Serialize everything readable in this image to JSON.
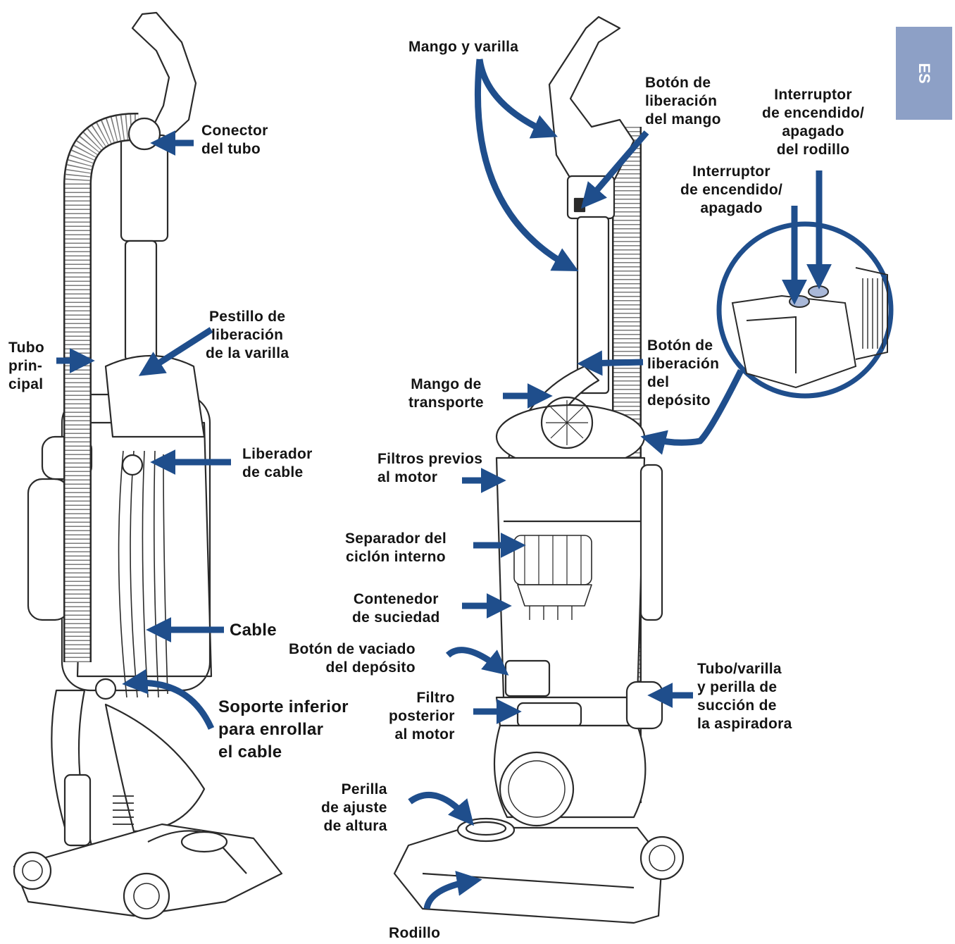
{
  "language_tab": "ES",
  "colors": {
    "arrow": "#1f4e8c",
    "outline": "#2a2a2a",
    "tab": "#8da0c6"
  },
  "labels": {
    "tube_connector": "Conector\ndel tubo",
    "main_tube": "Tubo\nprin-\ncipal",
    "wand_release_latch": "Pestillo de\nliberación\nde la varilla",
    "cord_release": "Liberador\nde cable",
    "cord": "Cable",
    "lower_cord_wrap": "Soporte inferior\npara enrollar\nel cable",
    "handle_and_wand": "Mango y varilla",
    "handle_release_button": "Botón de\nliberación\ndel mango",
    "brushroll_switch": "Interruptor\nde encendido/\napagado\ndel rodillo",
    "power_switch": "Interruptor\nde encendido/\napagado",
    "tank_release_button": "Botón de\nliberación\ndel\ndepósito",
    "carry_handle": "Mango de\ntransporte",
    "pre_motor_filters": "Filtros previos\nal motor",
    "inner_cyclone_separator": "Separador del\nciclón interno",
    "dirt_container": "Contenedor\nde suciedad",
    "tank_empty_button": "Botón de vaciado\ndel depósito",
    "post_motor_filter": "Filtro\nposterior\nal motor",
    "hose_wand_suction_knob": "Tubo/varilla\ny perilla de\nsucción de\nla aspiradora",
    "height_adjust_knob": "Perilla\nde ajuste\nde altura",
    "brushroll": "Rodillo"
  }
}
